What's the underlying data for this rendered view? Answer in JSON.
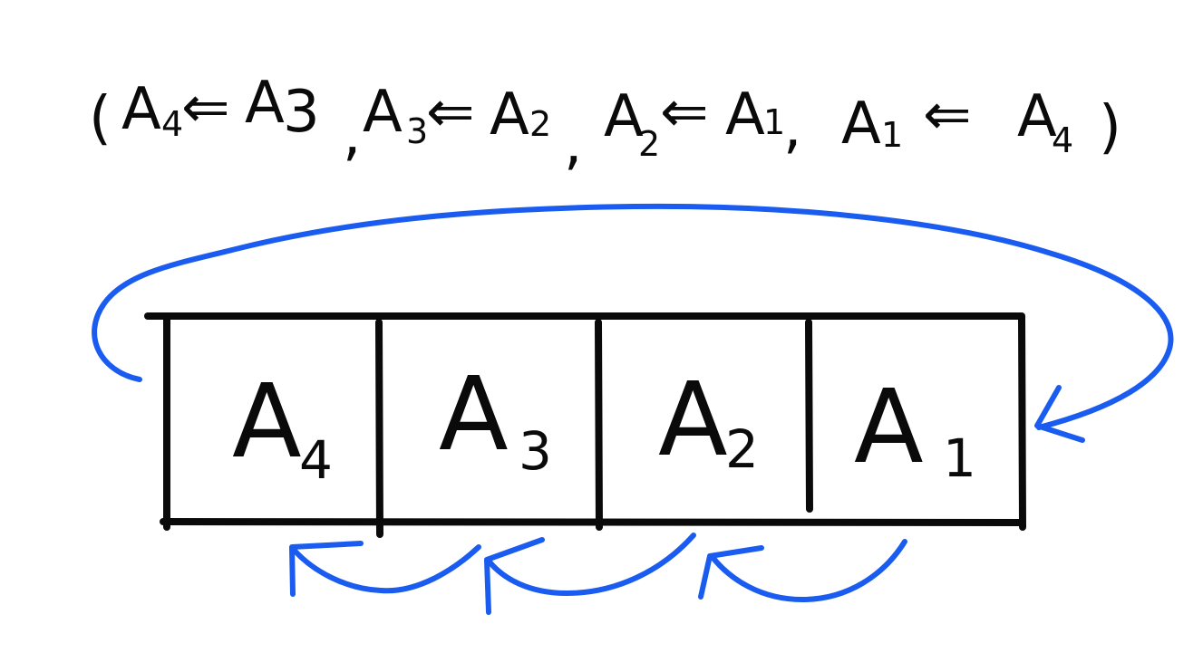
{
  "formula": {
    "open_paren": "(",
    "close_paren": ")",
    "separator": ",",
    "arrow_1": "⇐",
    "arrow_2": "⇐",
    "arrow_3": "⇐",
    "arrow_4": "⇐",
    "terms": [
      {
        "base": "A",
        "sub": "4"
      },
      {
        "base": "A",
        "sub": "3"
      },
      {
        "base": "A",
        "sub": "3"
      },
      {
        "base": "A",
        "sub": "2"
      },
      {
        "base": "A",
        "sub": "2"
      },
      {
        "base": "A",
        "sub": "1"
      },
      {
        "base": "A",
        "sub": "1"
      },
      {
        "base": "A",
        "sub": "4"
      }
    ]
  },
  "cells": [
    {
      "base": "A",
      "sub": "4"
    },
    {
      "base": "A",
      "sub": "3"
    },
    {
      "base": "A",
      "sub": "2"
    },
    {
      "base": "A",
      "sub": "1"
    }
  ],
  "colors": {
    "ink": "#0a0a0a",
    "arrow": "#1a5cf0",
    "background": "#ffffff"
  }
}
